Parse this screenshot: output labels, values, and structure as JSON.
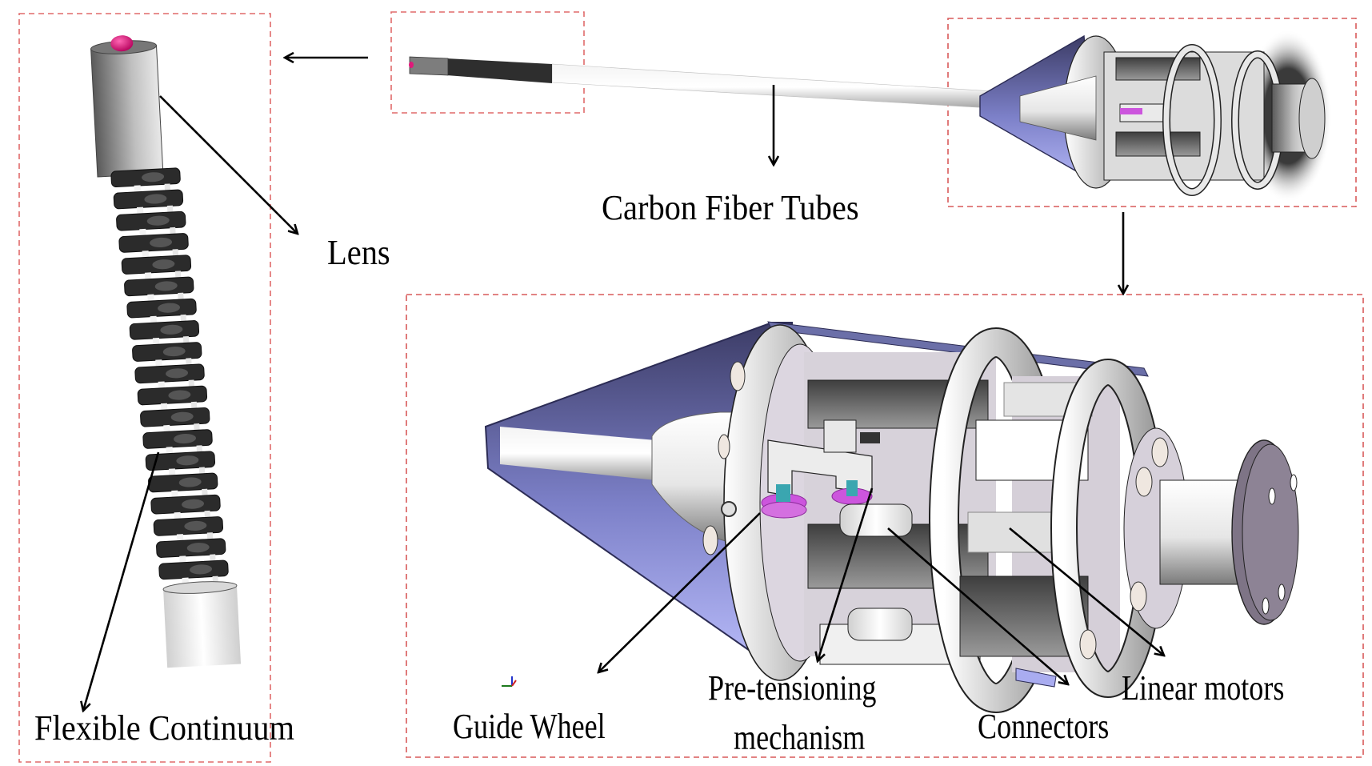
{
  "figure": {
    "description": "Continuum robot design overview with exploded views",
    "panels": [
      {
        "id": "flexible-continuum-detail",
        "caption": "Flexible Continuum"
      },
      {
        "id": "tip-overview",
        "caption": ""
      },
      {
        "id": "drive-unit-overview",
        "caption": ""
      },
      {
        "id": "drive-unit-detail",
        "caption": ""
      }
    ],
    "labels": {
      "lens": "Lens",
      "flexible_continuum": "Flexible Continuum",
      "carbon_fiber_tubes": "Carbon Fiber Tubes",
      "guide_wheel": "Guide Wheel",
      "pre_tensioning_line1": "Pre-tensioning",
      "pre_tensioning_line2": "mechanism",
      "connectors": "Connectors",
      "linear_motors": "Linear motors"
    },
    "colors": {
      "dashed_border": "#e06a6a",
      "arrow": "#000000",
      "lens": "#e0197a",
      "continuum_black": "#2b2b2b",
      "tube_gray": "#c8c8c8",
      "housing_blue": "#6b6fa8",
      "housing_light": "#a9acf0",
      "guide_wheel_magenta": "#cc55dd",
      "connector_cyan": "#3aa6b0",
      "metal_light": "#eeeeee",
      "metal_dark": "#555555"
    }
  }
}
